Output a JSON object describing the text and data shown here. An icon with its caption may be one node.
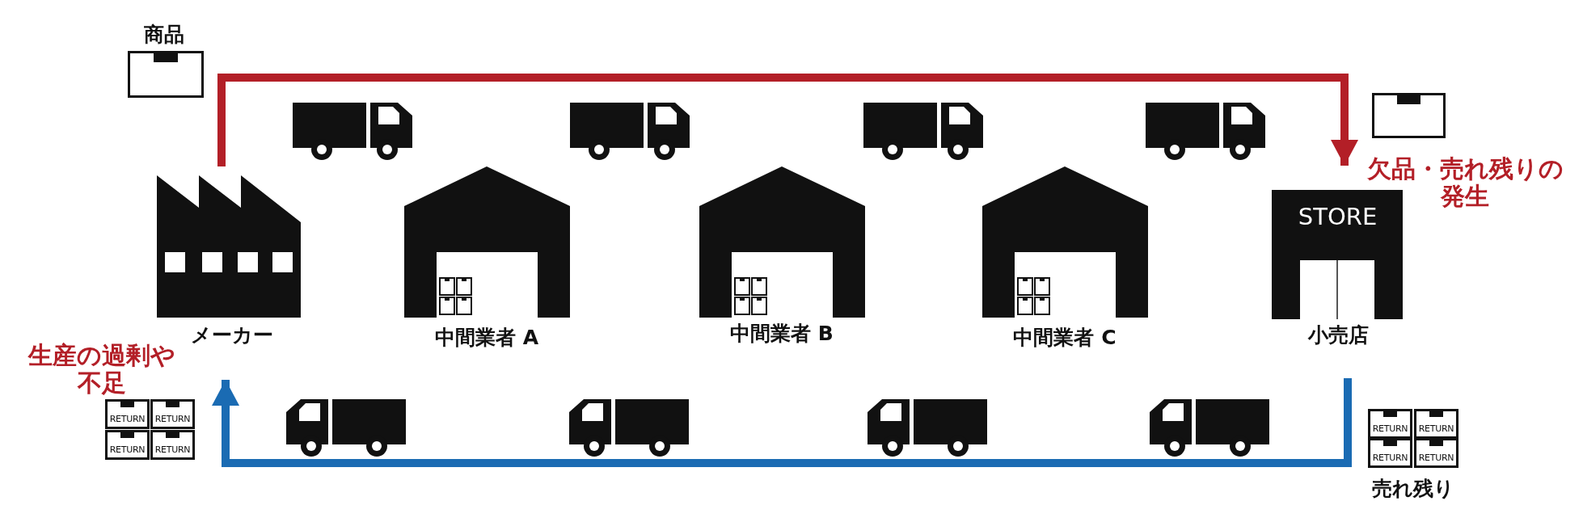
{
  "diagram": {
    "nodes": [
      {
        "text": [
          "メーカー"
        ]
      },
      {
        "text": [
          "中間業者 A"
        ]
      },
      {
        "text": [
          "中間業者 B"
        ]
      },
      {
        "text": [
          "中間業者 C"
        ]
      },
      {
        "text": [
          "STORE",
          "小売店"
        ]
      }
    ],
    "edges": [
      {
        "from": 0,
        "to": 4,
        "arrow": "to",
        "color": "#b31f27"
      },
      {
        "from": 4,
        "to": 0,
        "arrow": "to",
        "color": "#1a6bb3"
      }
    ],
    "labels": [
      "商品",
      "欠品・売れ残りの発生",
      "生産の過剰や不足",
      "RETURN",
      "RETURN",
      "RETURN",
      "RETURN",
      "RETURN",
      "RETURN",
      "RETURN",
      "RETURN",
      "売れ残り"
    ]
  }
}
